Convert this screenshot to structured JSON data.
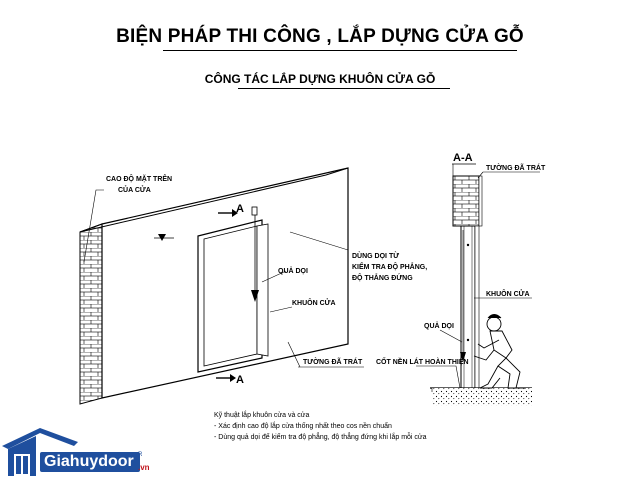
{
  "title": "BIỆN PHÁP THI CÔNG , LẮP DỰNG CỬA GỖ",
  "subtitle": "CÔNG TÁC LẮP DỰNG KHUÔN CỬA GỖ",
  "perspective": {
    "label_top_height_line1": "CAO ĐỘ MẶT TRÊN",
    "label_top_height_line2": "CỦA CỬA",
    "label_level_line1": "DÙNG  DỌI TỪ",
    "label_level_line2": "KIỂM TRA ĐỘ PHẲNG,",
    "label_level_line3": "ĐỘ THẲNG ĐỨNG",
    "label_plumb": "QUẢ DỌI",
    "label_frame": "KHUÔN CỬA",
    "label_plaster": "TƯỜNG ĐÃ TRÁT",
    "section_mark_top": "A",
    "section_mark_bottom": "A"
  },
  "section": {
    "title": "A-A",
    "label_plaster": "TƯỜNG ĐÃ TRÁT",
    "label_frame": "KHUÔN CỬA",
    "label_plumb": "QUẢ DỌI",
    "label_floor": "CỐT NỀN LÁT HOÀN THIỆN"
  },
  "notes": {
    "heading": "Kỹ thuật lắp khuôn cửa và cửa",
    "line1": "- Xác định cao độ lắp cửa thống nhất theo cos nền chuẩn",
    "line2": "- Dùng quả dọi để kiểm tra độ phẳng, độ thẳng đứng khi lắp mỗi cửa"
  },
  "logo": {
    "brand": "Giahuydoor",
    "trademark": "R",
    "domain": ".vn",
    "brand_color": "#1f4f9e",
    "domain_color": "#c0141c"
  }
}
